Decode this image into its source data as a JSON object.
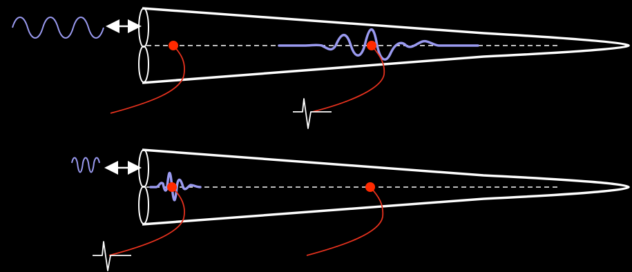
{
  "colors": {
    "background": "#000000",
    "cochlea_outline": "#ffffff",
    "midline": "#ffffff",
    "sound_wave": "#9a9af0",
    "traveling_wave": "#9a9af0",
    "hair_cell_dot": "#ff2a00",
    "nerve_fiber": "#e8321e",
    "nerve_spike": "#ffffff"
  },
  "panels": [
    {
      "id": "low-frequency",
      "stimulus_icon": "low-frequency-sound-wave-icon",
      "coupling_icon": "double-arrow-icon",
      "structure_icon": "cochlea-cone-icon",
      "wave_icon": "traveling-wave-icon",
      "wave_peak_position": "apical",
      "active_site": "apical-hair-cell",
      "spike_on": "apical-nerve-fiber"
    },
    {
      "id": "high-frequency",
      "stimulus_icon": "high-frequency-sound-wave-icon",
      "coupling_icon": "double-arrow-icon",
      "structure_icon": "cochlea-cone-icon",
      "wave_icon": "traveling-wave-icon",
      "wave_peak_position": "basal",
      "active_site": "basal-hair-cell",
      "spike_on": "basal-nerve-fiber"
    }
  ]
}
